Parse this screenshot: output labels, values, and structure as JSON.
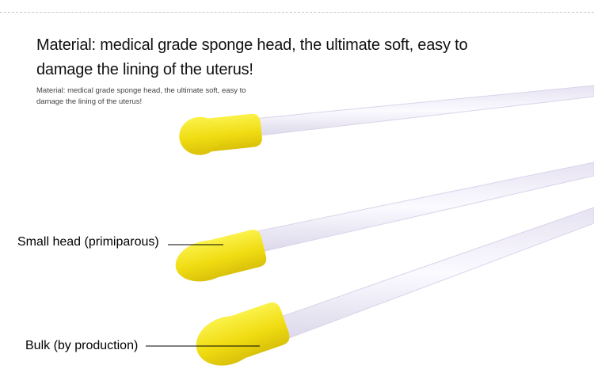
{
  "header": {
    "title": "Material: medical grade sponge head, the ultimate soft, easy to damage the lining of the uterus!",
    "subtitle": "Material: medical grade sponge head, the ultimate soft, easy to damage the lining of the uterus!"
  },
  "callouts": {
    "small_head": "Small head (primiparous)",
    "bulk": "Bulk (by production)"
  },
  "colors": {
    "sponge": "#f2e21a",
    "tube": "#f4f1fb"
  }
}
